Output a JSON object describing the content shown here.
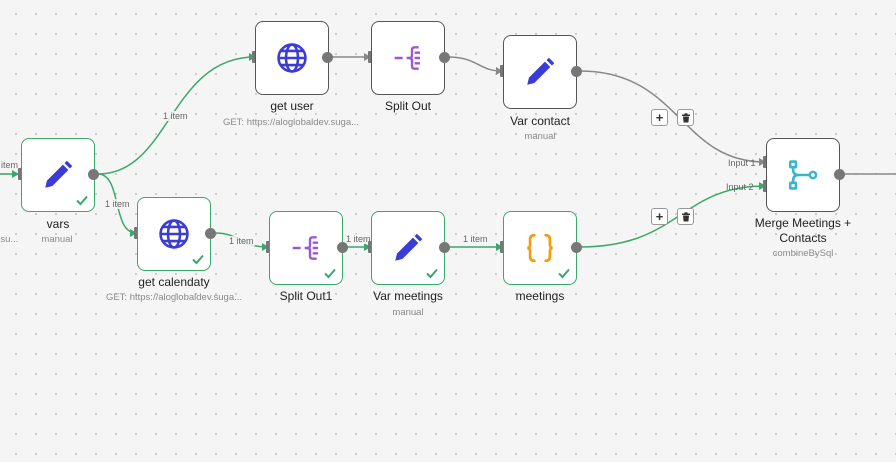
{
  "nodes": {
    "vars": {
      "title": "vars",
      "subtitle": "manual",
      "left_text": "v.su..."
    },
    "get_user": {
      "title": "get user",
      "subtitle": "GET: https://aloglobaldev.suga..."
    },
    "split_out": {
      "title": "Split Out"
    },
    "var_contact": {
      "title": "Var contact",
      "subtitle": "manual"
    },
    "merge": {
      "title": "Merge Meetings +\nContacts",
      "title_line1": "Merge Meetings +",
      "title_line2": "Contacts",
      "subtitle": "combineBySql",
      "input1": "Input 1",
      "input2": "Input 2"
    },
    "get_calendaty": {
      "title": "get calendaty",
      "subtitle": "GET: https://aloglobaldev.suga..."
    },
    "split_out1": {
      "title": "Split Out1"
    },
    "var_meetings": {
      "title": "Var meetings",
      "subtitle": "manual"
    },
    "meetings": {
      "title": "meetings"
    }
  },
  "connections": {
    "incoming_vars": "item",
    "vars_to_get_user": "1 item",
    "vars_to_get_calendaty": "1 item",
    "get_calendaty_to_split_out1": "1 item",
    "split_out1_to_var_meetings": "1 item",
    "var_meetings_to_meetings": "1 item"
  },
  "controls": {
    "add_symbol": "+",
    "delete_icon": "trash-icon"
  },
  "colors": {
    "success": "#3aa76d",
    "wire": "#888888",
    "http_icon": "#3b3bd6",
    "edit_icon": "#3b3bd6",
    "split_icon": "#9b59d0",
    "code_icon": "#f39c12",
    "merge_icon": "#3ab5c9"
  }
}
